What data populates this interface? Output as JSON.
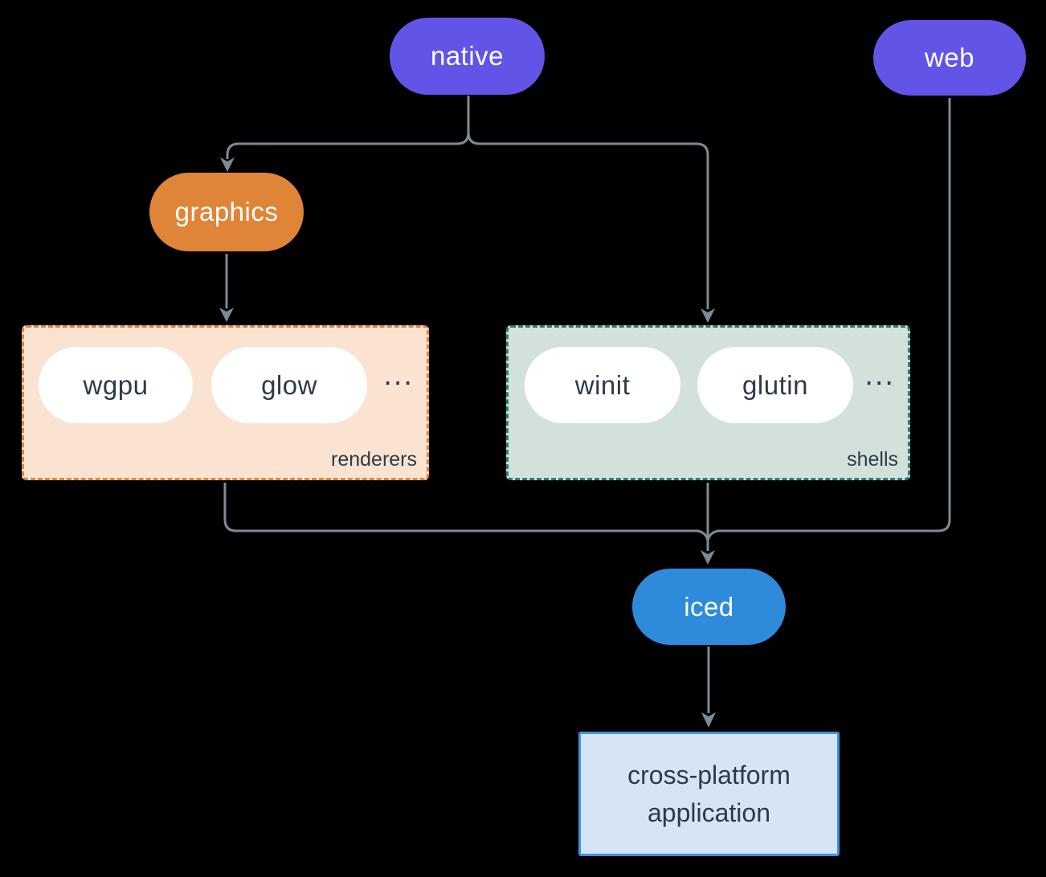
{
  "diagram": {
    "nodes": {
      "native": {
        "label": "native"
      },
      "web": {
        "label": "web"
      },
      "graphics": {
        "label": "graphics"
      },
      "iced": {
        "label": "iced"
      },
      "app": {
        "label": "cross-platform application"
      }
    },
    "groups": {
      "renderers": {
        "label": "renderers",
        "items": [
          {
            "label": "wgpu"
          },
          {
            "label": "glow"
          }
        ],
        "more": "..."
      },
      "shells": {
        "label": "shells",
        "items": [
          {
            "label": "winit"
          },
          {
            "label": "glutin"
          }
        ],
        "more": "..."
      }
    }
  },
  "colors": {
    "bg": "#000000",
    "purple": "#6354e8",
    "orange": "#e08438",
    "blue": "#2e8bdb",
    "peach-fill": "#fbe3d2",
    "peach-border": "#e0843c",
    "teal-fill": "#d2e2db",
    "teal-border": "#2e7d71",
    "app-fill": "#d6e5f6",
    "app-border": "#3f8fe0",
    "line": "#7d8a97",
    "ink": "#2d3a4a",
    "pill-text": "#ffffff"
  }
}
